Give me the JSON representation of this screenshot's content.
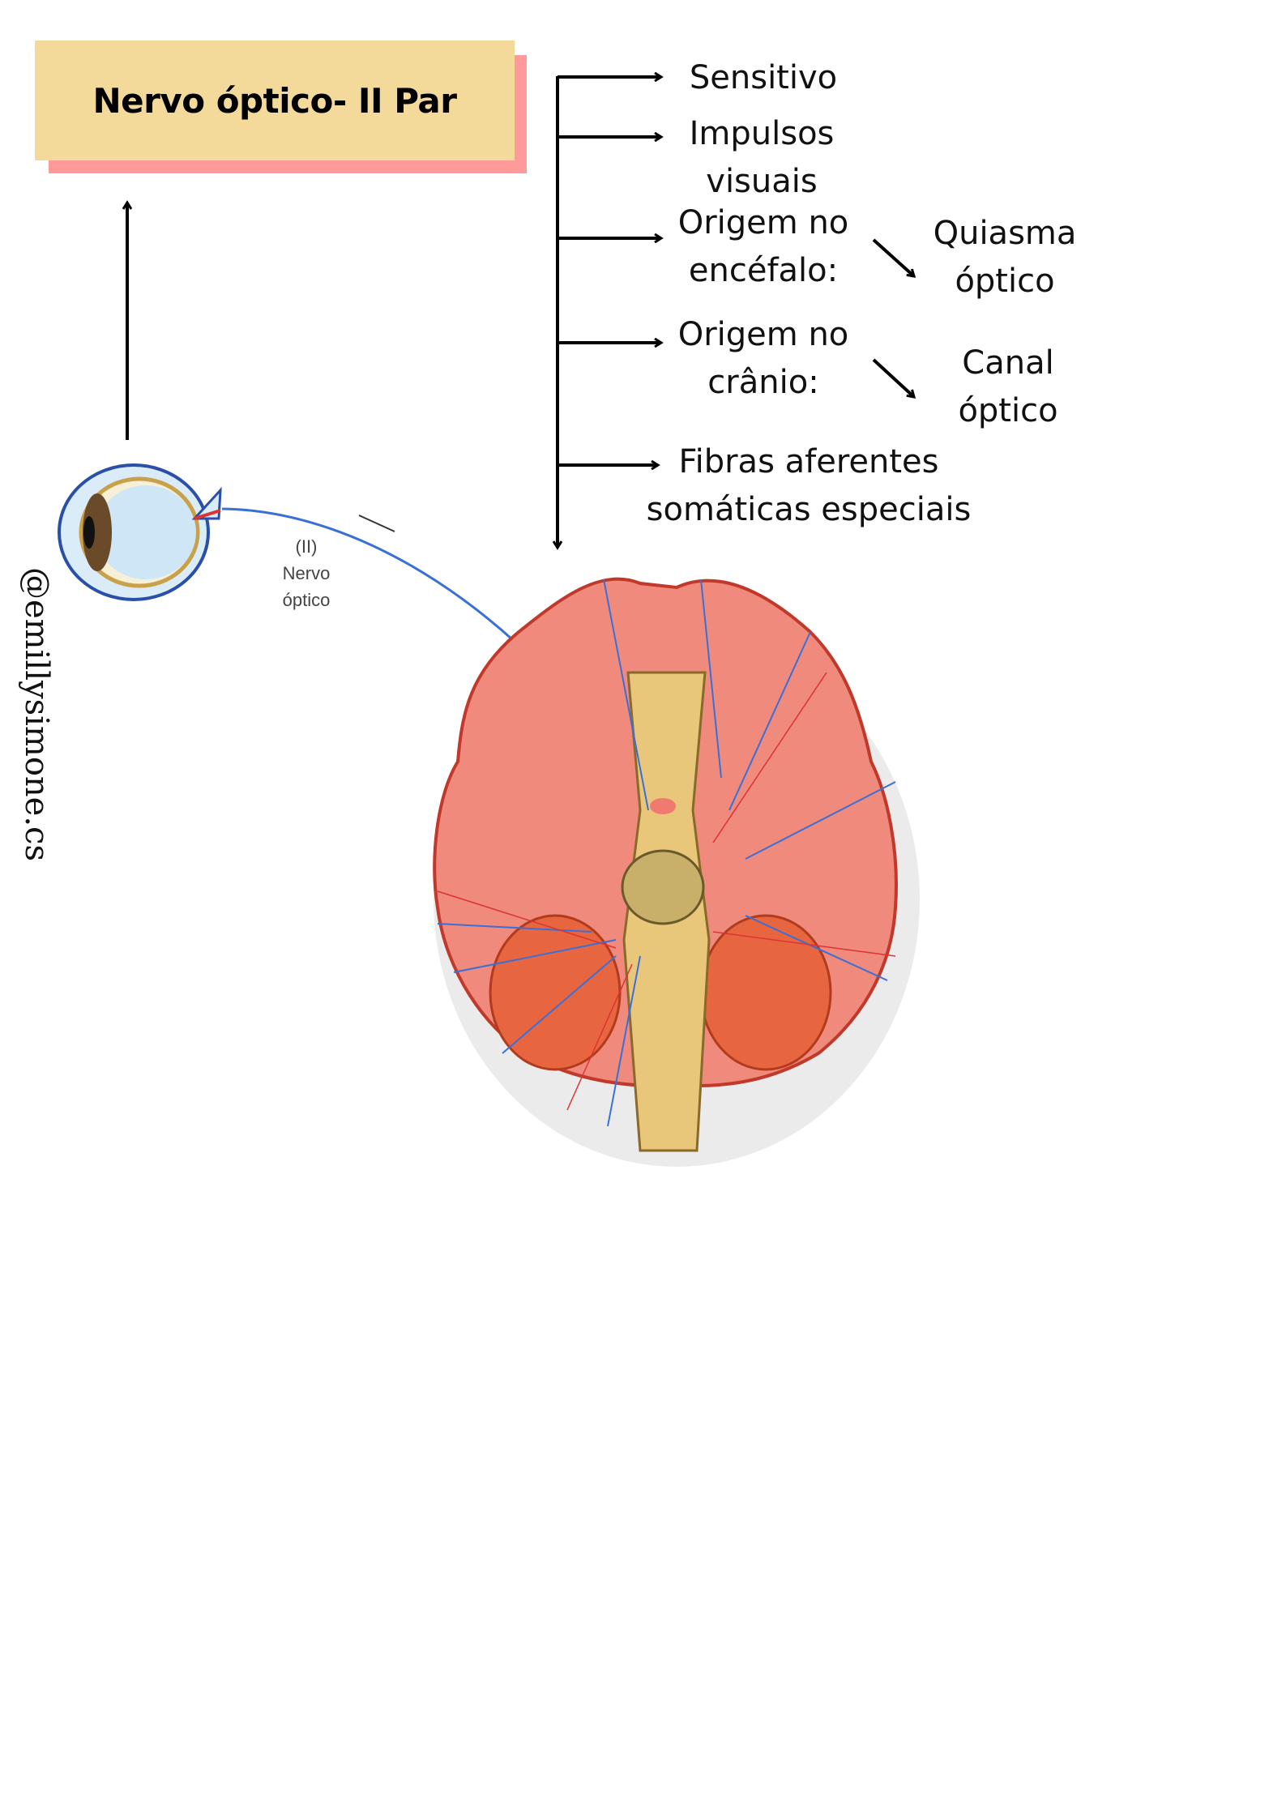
{
  "title": "Nervo óptico- II Par",
  "branches": [
    {
      "lines": [
        "Sensitivo"
      ]
    },
    {
      "lines": [
        "Impulsos",
        "visuais"
      ]
    },
    {
      "lines": [
        "Origem no",
        "encéfalo:"
      ],
      "sub": [
        "Quiasma",
        "óptico"
      ]
    },
    {
      "lines": [
        "Origem no",
        "crânio:"
      ],
      "sub": [
        "Canal",
        "óptico"
      ]
    },
    {
      "lines": [
        "Fibras aferentes",
        "somáticas especiais"
      ]
    }
  ],
  "figure_label": {
    "number": "(II)",
    "line1": "Nervo",
    "line2": "óptico"
  },
  "watermark": "@emillysimone.cs",
  "colors": {
    "title_bg": "#f3d99a",
    "title_shadow": "#fe9a9a",
    "nerve": "#3a6fd8"
  }
}
